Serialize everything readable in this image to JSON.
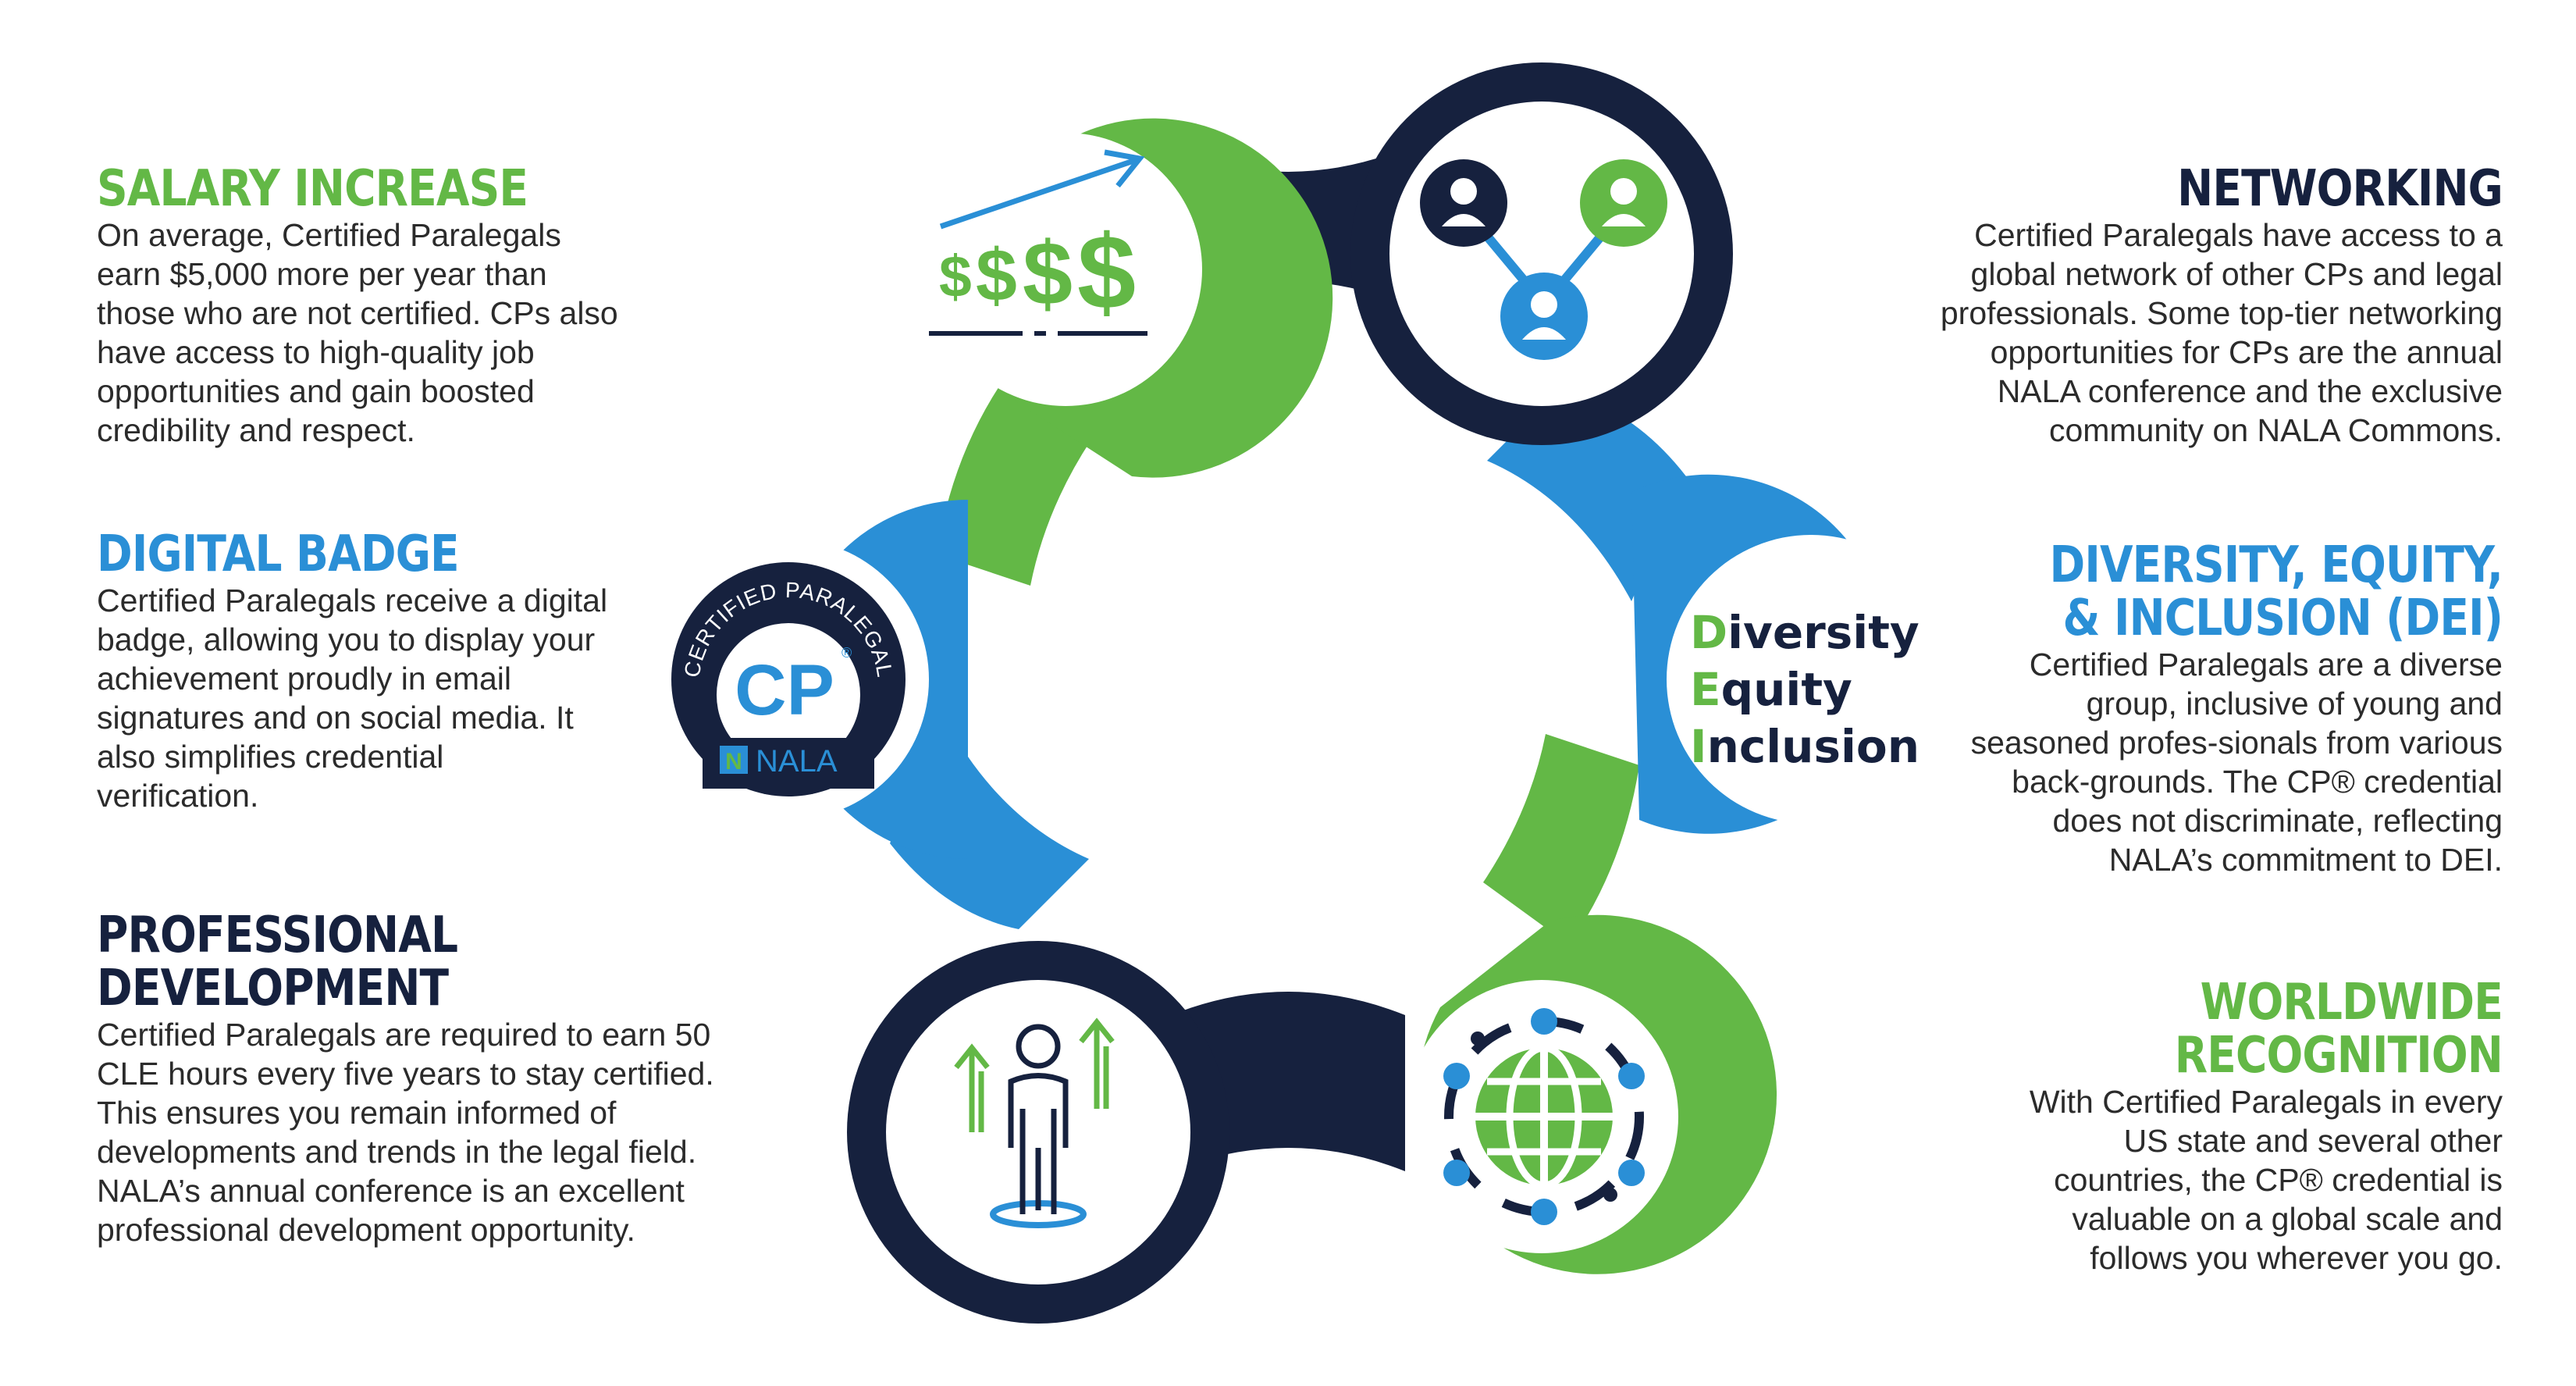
{
  "colors": {
    "green": "#63b846",
    "blue": "#2a8fd6",
    "navy": "#16213e"
  },
  "blocks": {
    "salary": {
      "title": "SALARY INCREASE",
      "body": "On average, Certified Paralegals earn $5,000 more per year than those who are not certified. CPs also have access to high-quality job opportunities and gain boosted credibility and respect."
    },
    "badge": {
      "title": "DIGITAL BADGE",
      "body": "Certified Paralegals receive a digital badge, allowing you to display your achievement proudly in email signatures and on social media. It also simplifies credential verification."
    },
    "professional": {
      "title_line1": "PROFESSIONAL",
      "title_line2": "DEVELOPMENT",
      "body": "Certified Paralegals are required to earn 50 CLE hours every five years to stay certified. This ensures you remain informed of developments and trends in the legal field. NALA’s annual conference is an excellent professional development opportunity."
    },
    "networking": {
      "title": "NETWORKING",
      "body": "Certified Paralegals have access to a global network of other CPs and legal professionals. Some top-tier networking opportunities for CPs are the annual NALA conference and the exclusive community on NALA Commons."
    },
    "dei": {
      "title_line1": "DIVERSITY, EQUITY,",
      "title_line2": "& INCLUSION (DEI)",
      "body": "Certified Paralegals are a diverse group, inclusive of young and seasoned profes-sionals from various back-grounds. The CP® credential does not discriminate, reflecting NALA’s commitment to DEI."
    },
    "worldwide": {
      "title": "WORLDWIDE RECOGNITION",
      "body": "With Certified Paralegals in every US state and several other countries, the CP® credential is valuable on a global scale and follows you wherever you go."
    }
  },
  "diagram": {
    "dei_words": [
      {
        "initial": "D",
        "rest": "iversity"
      },
      {
        "initial": "E",
        "rest": "quity"
      },
      {
        "initial": "I",
        "rest": "nclusion"
      }
    ],
    "badge": {
      "arc_text": "CERTIFIED PARALEGAL",
      "mark": "CP",
      "registered": "®",
      "org": "NALA",
      "org_mark": "N"
    },
    "icons": [
      "rising-dollars-icon",
      "network-people-icon",
      "dei-text",
      "globe-network-icon",
      "person-growth-icon",
      "cp-badge-icon"
    ]
  }
}
